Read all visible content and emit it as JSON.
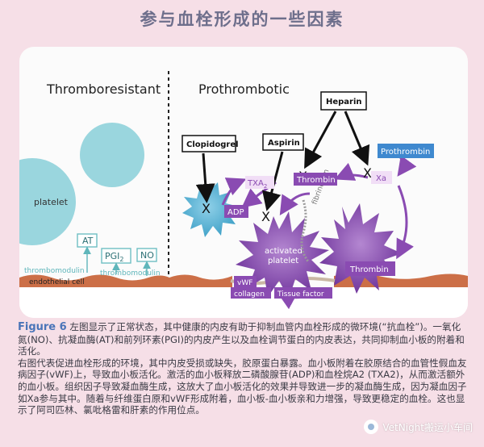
{
  "title": "参与血栓形成的一些因素",
  "diagram": {
    "left_heading": "Thromboresistant",
    "right_heading": "Prothrombotic",
    "platelet_label": "platelet",
    "at_label": "AT",
    "pgi2_label": "PGI",
    "pgi2_sub": "2",
    "no_label": "NO",
    "thrombomodulin_1": "thrombomodulin",
    "thrombomodulin_2": "thrombomodulin",
    "endothelial_label": "endothelial cell",
    "clopidogrel_label": "Clopidogrel",
    "aspirin_label": "Aspirin",
    "heparin_label": "Heparin",
    "prothrombin_label": "Prothrombin",
    "adp_label": "ADP",
    "txa2_label": "TXA",
    "txa2_sub": "2",
    "thrombin_label_1": "Thrombin",
    "thrombin_label_2": "Thrombin",
    "xa_label": "Xa",
    "activated_platelet_line1": "activated",
    "activated_platelet_line2": "platelet",
    "fibrinogen_label": "fibrinogen",
    "vwf_label": "vWF",
    "collagen_label": "collagen",
    "tissue_factor_label": "Tissue factor"
  },
  "caption": {
    "figure_label": "Figure 6",
    "para1": "左图显示了正常状态，其中健康的内皮有助于抑制血管内血栓形成的微环境(“抗血栓”)。一氧化氮(NO)、抗凝血酶(AT)和前列环素(PGI)的内皮产生以及血栓调节蛋白的内皮表达，共同抑制血小板的附着和活化。",
    "para2": "右图代表促进血栓形成的环境，其中内皮受损或缺失，胶原蛋白暴露。血小板附着在胶原结合的血管性假血友病因子(vWF)上，导致血小板活化。激活的血小板释放二磷酸腺苷(ADP)和血栓烷A2 (TXA2)，从而激活额外的血小板。组织因子导致凝血酶生成，这放大了血小板活化的效果并导致进一步的凝血酶生成，因为凝血因子如Xa参与其中。随着与纤维蛋白原和vWF形成附着，血小板-血小板亲和力增强，导致更稳定的血栓。这也显示了阿司匹林、氯吡格雷和肝素的作用位点。"
  },
  "watermark": "VetNight搬运小车间",
  "colors": {
    "background": "#f6dfe7",
    "title": "#6e6f8c",
    "figure_label": "#4a74b8",
    "platelet": "#9ad6de",
    "activated": "#7e3fa6",
    "endothelium": "#cc6f47",
    "teal_label": "#4aa7ad",
    "blue_drug": "#3f89cf"
  }
}
